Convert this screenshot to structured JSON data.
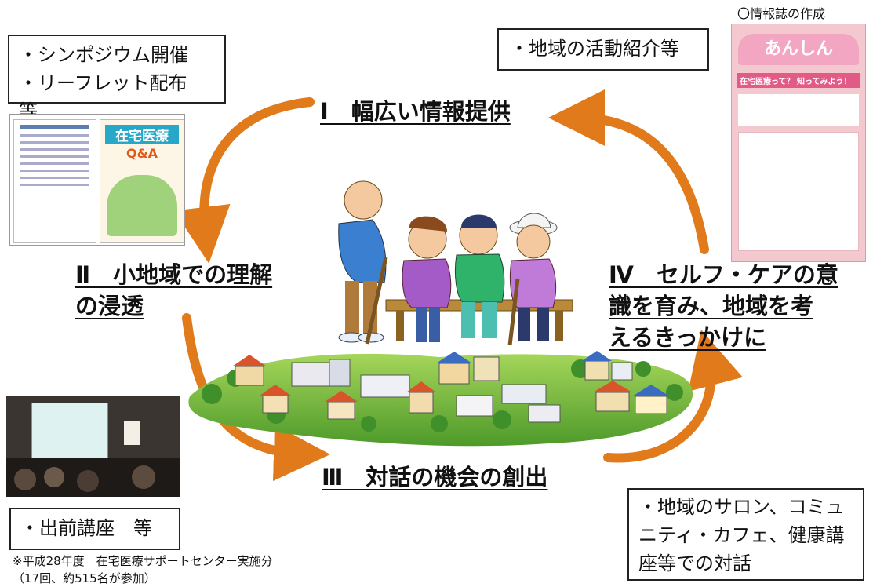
{
  "boxes": {
    "top_left": "・シンポジウム開催\n・リーフレット配布　等",
    "top_center": "・地域の活動紹介等",
    "bottom_left": "・出前講座　等",
    "bottom_right": "・地域のサロン、コミュ\nニティ・カフェ、健康講\n座等での対話"
  },
  "stages": {
    "s1": "Ⅰ　幅広い情報提供",
    "s2": "Ⅱ　小地域での理解\nの浸透",
    "s3": "Ⅲ　対話の機会の創出",
    "s4": "Ⅳ　セルフ・ケアの意\n識を育み、地域を考\nえるきっかけに"
  },
  "magazine": {
    "caption": "〇情報誌の作成",
    "title": "あんしん",
    "headline": "在宅医療って？ 知ってみよう！"
  },
  "leaflet": {
    "title": "在宅医療",
    "subtitle": "Q&A"
  },
  "footnote": "※平成28年度　在宅医療サポートセンター実施分\n（17回、約515名が参加）",
  "colors": {
    "arrow": "#e07a1a",
    "magazine_bg": "#f3c9cf",
    "leaflet_teal": "#28a8c9",
    "grass": "#7cc242"
  }
}
